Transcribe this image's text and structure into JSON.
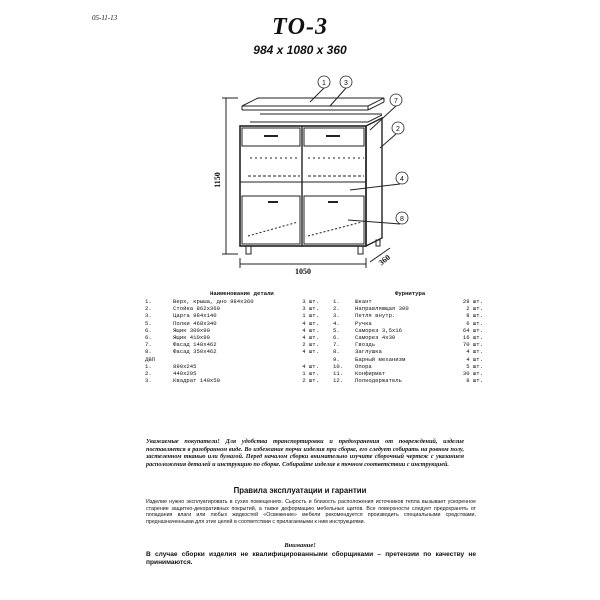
{
  "doc_code": "05-11-13",
  "title": "ТО-3",
  "dimensions": "984 х 1080 х 360",
  "drawing": {
    "height_label": "1150",
    "width_label": "1050",
    "depth_label": "360",
    "callouts": [
      "1",
      "3",
      "7",
      "2",
      "4",
      "8"
    ]
  },
  "parts": {
    "header": "Наименование детали",
    "rows": [
      {
        "n": "1.",
        "name": "Верх, крыша, дно 984х360",
        "qty": "3 шт."
      },
      {
        "n": "2.",
        "name": "Стойка 862х360",
        "qty": "3 шт."
      },
      {
        "n": "3.",
        "name": "Царга 984х140",
        "qty": "1 шт."
      },
      {
        "n": "5.",
        "name": "Полки 468х340",
        "qty": "4 шт."
      },
      {
        "n": "6.",
        "name": "Ящик 300х90",
        "qty": "4 шт."
      },
      {
        "n": "6.",
        "name": "Ящик 410х90",
        "qty": "4 шт."
      },
      {
        "n": "7.",
        "name": "Фасад 148х462",
        "qty": "2 шт."
      },
      {
        "n": "8.",
        "name": "Фасад 350х462",
        "qty": "4 шт."
      },
      {
        "n": "ДВП",
        "name": "",
        "qty": ""
      },
      {
        "n": "1.",
        "name": "890х245",
        "qty": "4 шт."
      },
      {
        "n": "2.",
        "name": "440х295",
        "qty": "1 шт."
      },
      {
        "n": "3.",
        "name": "Квадрат 140х50",
        "qty": "2 шт."
      }
    ]
  },
  "fittings": {
    "header": "Фурнитура",
    "rows": [
      {
        "n": "1.",
        "name": "Шкант",
        "qty": "28 шт."
      },
      {
        "n": "2.",
        "name": "Направляющая 300",
        "qty": "2 шт."
      },
      {
        "n": "3.",
        "name": "Петля внутр.",
        "qty": "8 шт."
      },
      {
        "n": "4.",
        "name": "Ручка",
        "qty": "6 шт."
      },
      {
        "n": "5.",
        "name": "Саморез 3,5х16",
        "qty": "64 шт."
      },
      {
        "n": "6.",
        "name": "Саморез 4х30",
        "qty": "16 шт."
      },
      {
        "n": "7.",
        "name": "Гвоздь",
        "qty": "70 шт."
      },
      {
        "n": "8.",
        "name": "Заглушка",
        "qty": "4 шт."
      },
      {
        "n": "9.",
        "name": "Барный механизм",
        "qty": "4 шт."
      },
      {
        "n": "10.",
        "name": "Опора",
        "qty": "5 шт."
      },
      {
        "n": "11.",
        "name": "Конфирмат",
        "qty": "30 шт."
      },
      {
        "n": "12.",
        "name": "Полкодержатель",
        "qty": "8 шт."
      }
    ]
  },
  "notice": "Уважаемые покупатели! Для удобства транспортировки и предохранения от повреждений, изделие поставляется в разобранном виде. Во избежание порчи изделия при сборке, его следует собирать на ровном полу, застеленном тканью или бумагой. Перед началом сборки внимательно изучите сборочный чертеж с указанием расположения деталей и инструкцию по сборке. Собирайте изделие в точном соответствии с инструкцией.",
  "rules_title": "Правила эксплуатации и гарантии",
  "rules": "Изделие нужно эксплуатировать в сухих помещениях. Сырость и близость расположения источников тепла вызывает ускоренное старение защитно-декоративных покрытий, а также деформацию мебельных щитов. Все поверхности следует предохранять от попадания влаги или любых жидкостей «Освежение» мебели рекомендуется производить специальными средствами, предназначенными для этих целей в соответствии с прилагаемыми к ним инструкциями.",
  "attention": "Внимание!",
  "warning": "В случае сборки изделия не квалифицированными сборщиками – претензии по качеству не принимаются."
}
